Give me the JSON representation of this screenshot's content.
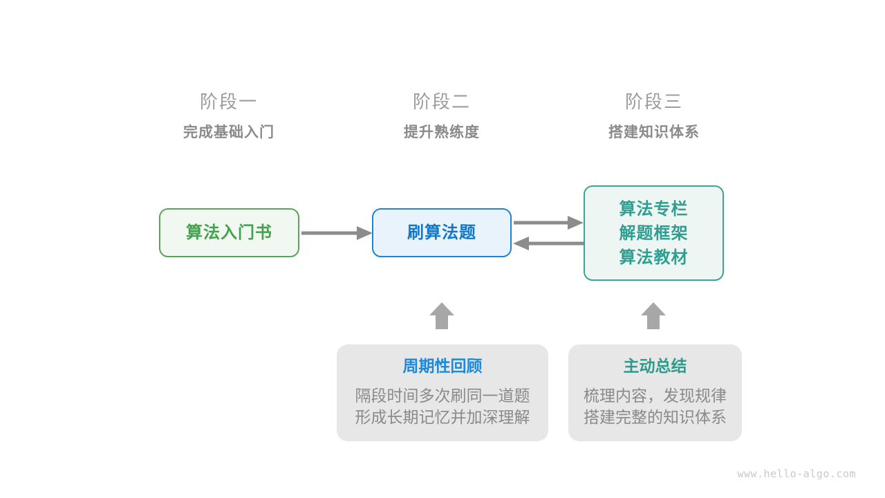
{
  "diagram": {
    "watermark": "www.hello-algo.com",
    "stages": [
      {
        "title": "阶段一",
        "subtitle": "完成基础入门"
      },
      {
        "title": "阶段二",
        "subtitle": "提升熟练度"
      },
      {
        "title": "阶段三",
        "subtitle": "搭建知识体系"
      }
    ],
    "nodes": [
      {
        "label": "算法入门书",
        "text_color": "#43a04d",
        "border_color": "#57a45b",
        "fill_color": "#f1f8f1"
      },
      {
        "label": "刷算法题",
        "text_color": "#1377c8",
        "border_color": "#1e83d7",
        "fill_color": "#e9f3fb"
      },
      {
        "lines": [
          "算法专栏",
          "解题框架",
          "算法教材"
        ],
        "text_color": "#2d9e8f",
        "border_color": "#3ba394",
        "fill_color": "#eef6f4"
      }
    ],
    "cards": [
      {
        "title": "周期性回顾",
        "title_color": "#1e88d9",
        "body_lines": [
          "隔段时间多次刷同一道题",
          "形成长期记忆并加深理解"
        ]
      },
      {
        "title": "主动总结",
        "title_color": "#2d9b8c",
        "body_lines": [
          "梳理内容，发现规律",
          "搭建完整的知识体系"
        ]
      }
    ],
    "colors": {
      "background": "#ffffff",
      "stage_title": "#9c9c9c",
      "stage_subtitle": "#8a8a8a",
      "arrow": "#8c8c8c",
      "block_arrow": "#a7a7a7",
      "card_bg": "#e7e7e7",
      "card_body": "#8a8a8a",
      "watermark": "#c9c9c9"
    }
  }
}
